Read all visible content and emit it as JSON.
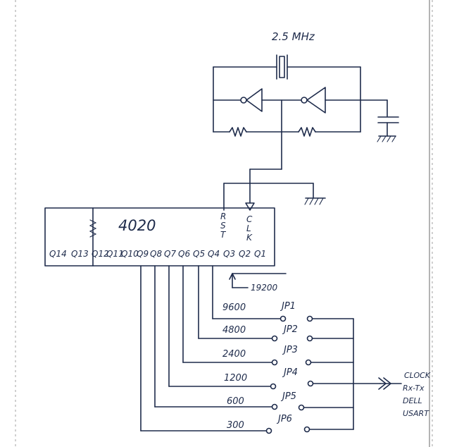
{
  "crystal_label": "2.5 MHz",
  "ic": {
    "name": "4020",
    "rst_letters": [
      "R",
      "S",
      "T"
    ],
    "clk_letters": [
      "C",
      "L",
      "K"
    ],
    "pins": [
      "Q14",
      "Q13",
      "Q12",
      "Q11",
      "Q10",
      "Q9",
      "Q8",
      "Q7",
      "Q6",
      "Q5",
      "Q4",
      "Q3",
      "Q2",
      "Q1"
    ]
  },
  "q3_rate": "19200",
  "jumpers": [
    {
      "rate": "9600",
      "label": "JP1"
    },
    {
      "rate": "4800",
      "label": "JP2"
    },
    {
      "rate": "2400",
      "label": "JP3"
    },
    {
      "rate": "1200",
      "label": "JP4"
    },
    {
      "rate": "600",
      "label": "JP5"
    },
    {
      "rate": "300",
      "label": "JP6"
    }
  ],
  "output_labels": [
    "CLOCK",
    "Rx-Tx",
    "DELL",
    "USART"
  ]
}
